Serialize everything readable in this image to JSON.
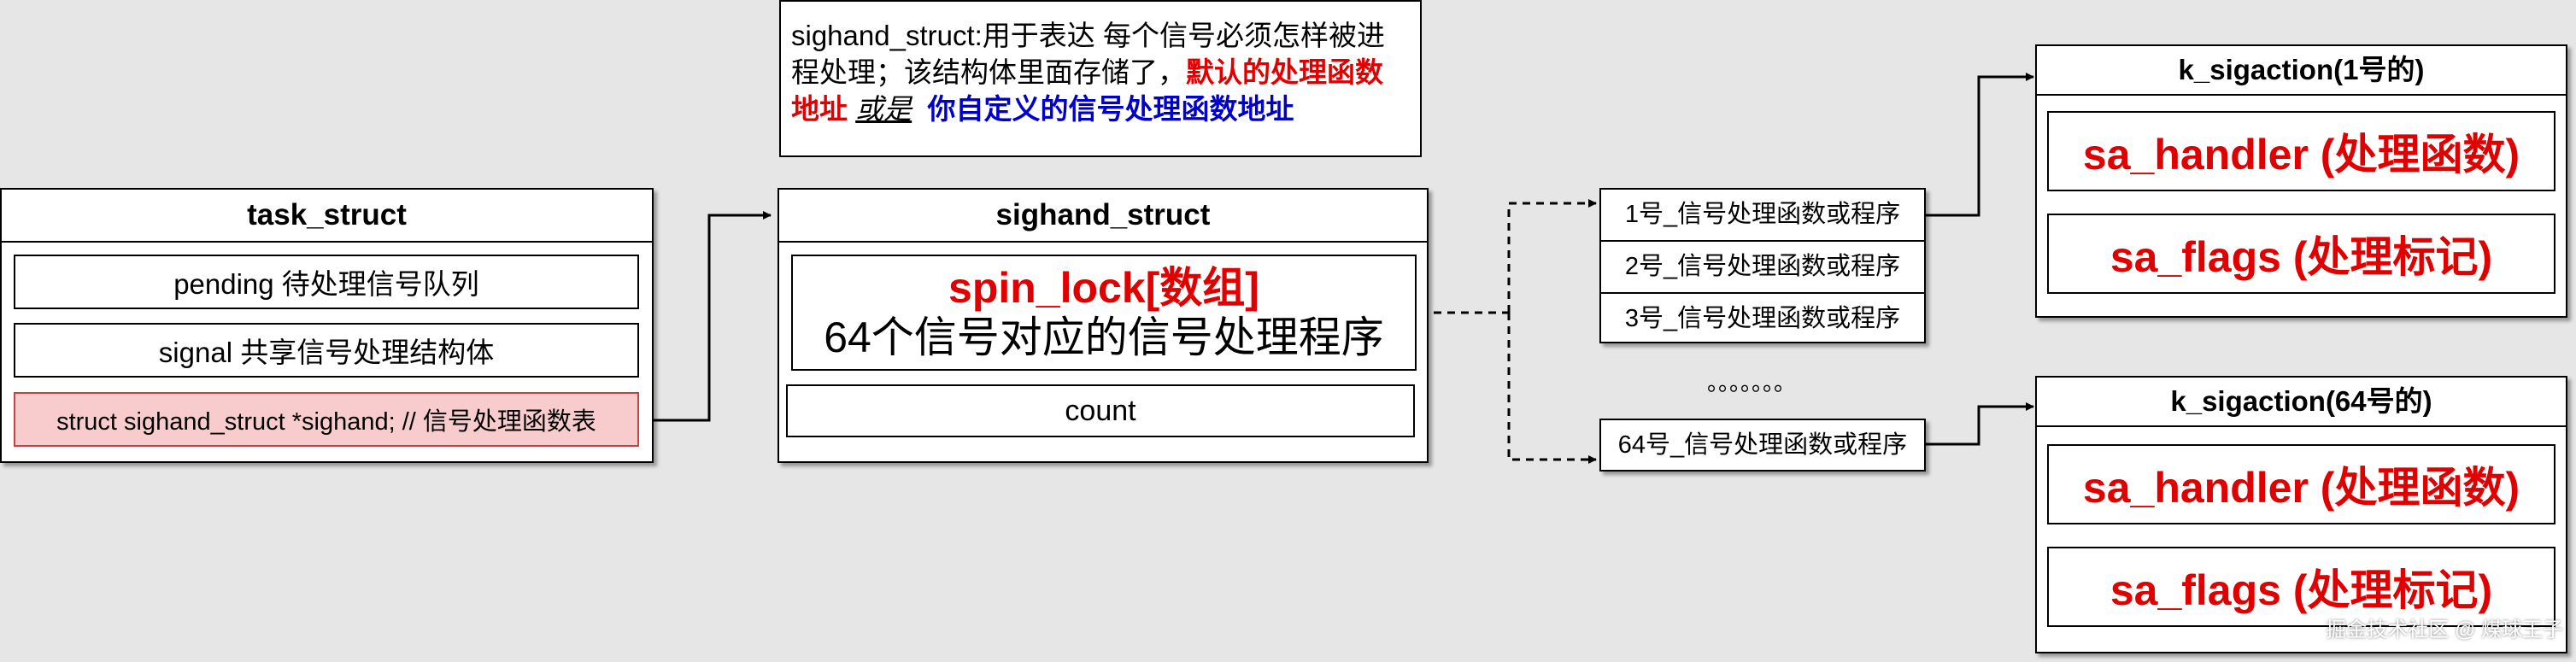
{
  "note": {
    "part1": "sighand_struct:用于表达 每个信号必须怎样被进程处理；该结构体里面存储了，",
    "red1": "默认的处理函数地址",
    "mid": "或是",
    "blue1": "你自定义的信号处理函数地址"
  },
  "task_struct": {
    "title": "task_struct",
    "fields": [
      "pending  待处理信号队列",
      "signal 共享信号处理结构体",
      "struct sighand_struct *sighand;   // 信号处理函数表"
    ]
  },
  "sighand_struct": {
    "title": "sighand_struct",
    "spin_lock_label": "spin_lock[数组]",
    "spin_lock_desc": "64个信号对应的信号处理程序",
    "count_label": "count"
  },
  "handlers": {
    "rows": [
      "1号_信号处理函数或程序",
      "2号_信号处理函数或程序",
      "3号_信号处理函数或程序"
    ],
    "ellipsis": "。。。。。。。",
    "last": "64号_信号处理函数或程序"
  },
  "sigaction_1": {
    "title": "k_sigaction(1号的)",
    "handler": "sa_handler (处理函数)",
    "flags": "sa_flags (处理标记)"
  },
  "sigaction_64": {
    "title": "k_sigaction(64号的)",
    "handler": "sa_handler (处理函数)",
    "flags": "sa_flags (处理标记)"
  },
  "watermark": "掘金技术社区 @ 煤球王子",
  "colors": {
    "accent_red": "#e00000",
    "accent_blue": "#0000cc",
    "highlight_fill": "#f8cccc",
    "highlight_border": "#c44444",
    "background": "#e6e6e6"
  }
}
